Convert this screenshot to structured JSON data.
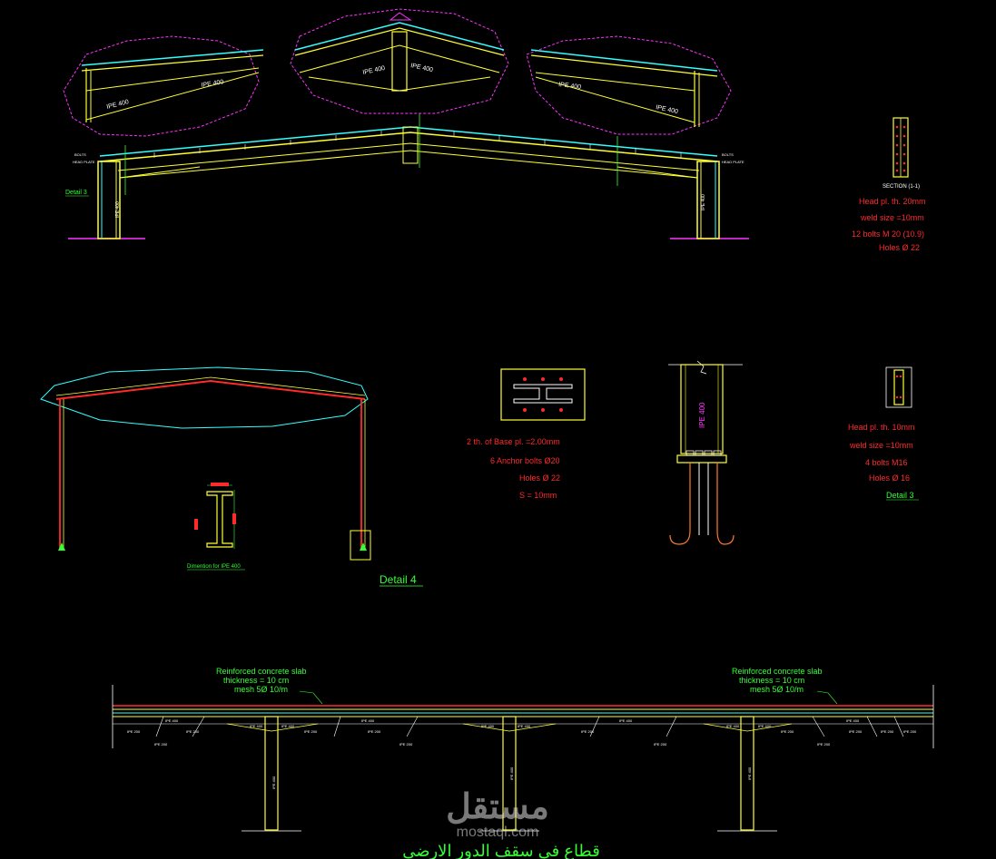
{
  "frame_top": {
    "detail_left_label": "Detail  3",
    "detail_left_ipe": "IPE 400",
    "detail_mid_ipe_left": "IPE 400",
    "detail_mid_ipe_right": "IPE 400",
    "detail_right_ipe_top": "IPE 400",
    "detail_right_ipe_bottom": "IPE 400",
    "column_left_label": "IPE 400",
    "column_right_label": "IPE 400"
  },
  "section_1": {
    "title": "SECTION (1-1)",
    "head_plate": "Head pl. th. 20mm",
    "weld_size": "weld size =10mm",
    "bolts": "12  bolts       M 20 (10.9)",
    "holes": "Holes Ø 22"
  },
  "base_plate": {
    "line1": "2 th. of Base pl. =2.00mm",
    "line2": "6 Anchor bolts Ø20",
    "line3": "Holes Ø 22",
    "line4": "S = 10mm"
  },
  "column_base": {
    "ipe_label": "IPE 400"
  },
  "detail_3_right": {
    "head_plate": "Head pl. th. 10mm",
    "weld_size": "weld size =10mm",
    "bolts": "4 bolts M16",
    "holes": "Holes Ø 16",
    "label": "Detail  3"
  },
  "ipe_section": {
    "caption": "Dimention for IPE 400"
  },
  "frame_mid": {
    "detail_label": "Detail  4"
  },
  "slab_section": {
    "left_note_1": "Reinforced concrete slab",
    "left_note_2": "thickness = 10 cm",
    "left_note_3": "mesh 5Ø  10/m",
    "right_note_1": "Reinforced concrete slab",
    "right_note_2": "thickness = 10 cm",
    "right_note_3": "mesh 5Ø  10/m",
    "title_arabic": "قطاع في سقف الدور الارضي"
  },
  "watermark": {
    "logo_text": "مستقل",
    "site": "mostaql.com"
  },
  "colors": {
    "background": "#000000",
    "steel_yellow": "#ffff33",
    "cad_cyan": "#33ffff",
    "cad_magenta": "#ff33ff",
    "text_red": "#ff2a2a",
    "text_green": "#33ff33"
  }
}
